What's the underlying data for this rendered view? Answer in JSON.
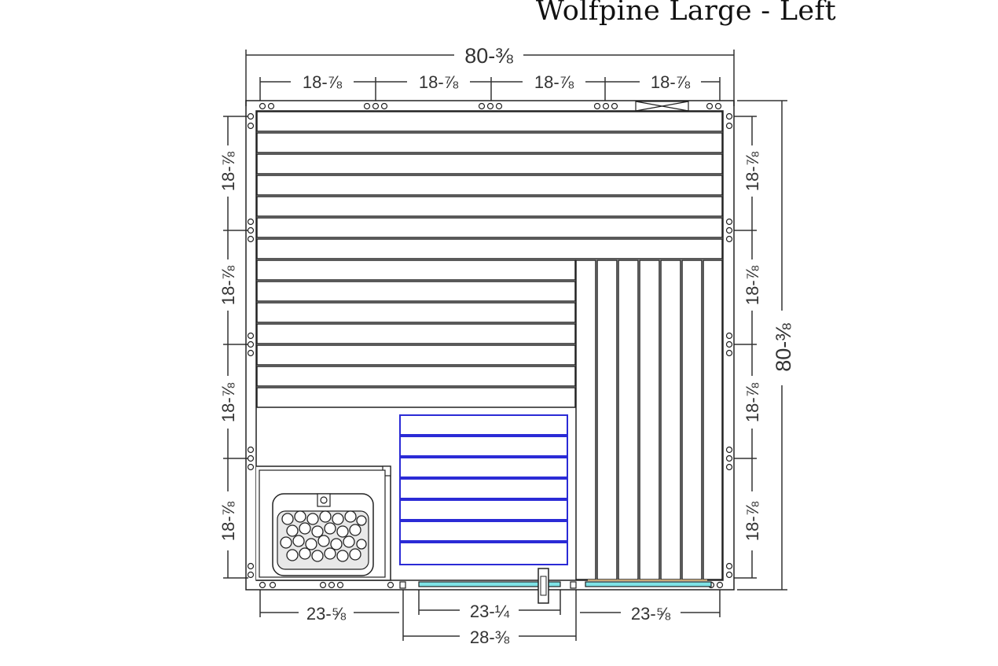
{
  "title": "Wolfpine Large - Left",
  "dimensions": {
    "overall_width": "80-⅜",
    "overall_depth": "80-⅜",
    "top_segments": [
      "18-⅞",
      "18-⅞",
      "18-⅞",
      "18-⅞"
    ],
    "left_segments": [
      "18-⅞",
      "18-⅞",
      "18-⅞",
      "18-⅞"
    ],
    "right_segments": [
      "18-⅞",
      "18-⅞",
      "18-⅞",
      "18-⅞"
    ],
    "bottom_left": "23-⅝",
    "bottom_door_inner": "23-¼",
    "bottom_door_outer": "28-⅜",
    "bottom_right": "23-⅝"
  },
  "colors": {
    "line": "#222222",
    "dimension": "#333333",
    "bench_outline": "#2b2bd6",
    "glass": "#7fe3e6",
    "threshold": "#c9a877"
  }
}
